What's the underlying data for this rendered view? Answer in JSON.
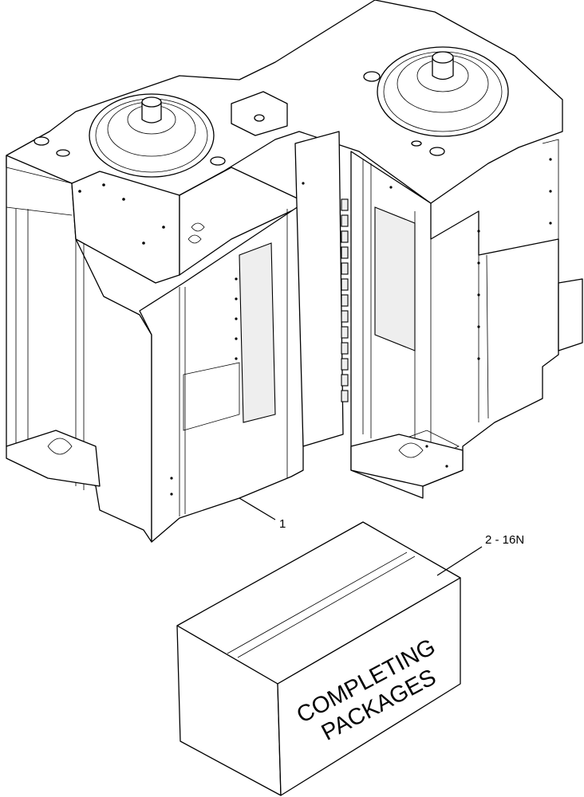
{
  "callouts": {
    "item_1": "1",
    "item_2": "2 - 16N"
  },
  "package_box": {
    "line1": "COMPLETING",
    "line2": "PACKAGES"
  }
}
